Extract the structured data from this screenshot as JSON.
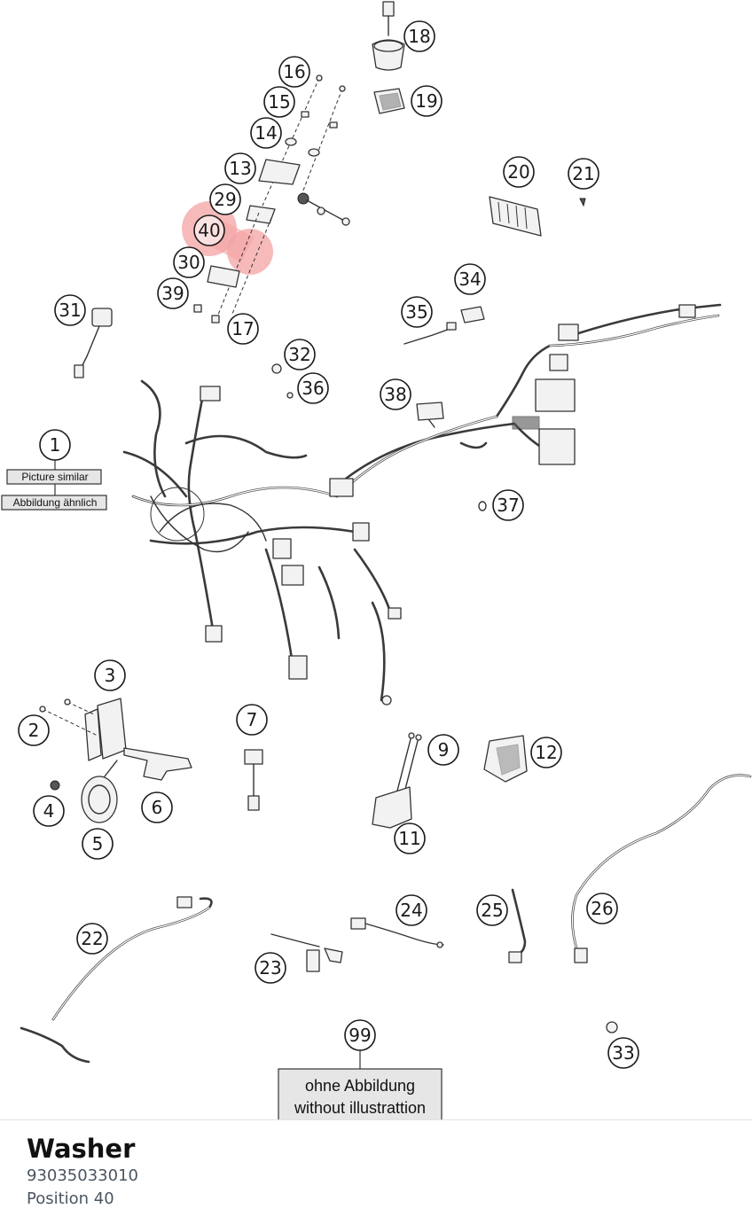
{
  "callouts": [
    "1",
    "2",
    "3",
    "4",
    "5",
    "6",
    "7",
    "9",
    "11",
    "12",
    "13",
    "14",
    "15",
    "16",
    "17",
    "18",
    "19",
    "20",
    "21",
    "22",
    "23",
    "24",
    "25",
    "26",
    "29",
    "30",
    "31",
    "32",
    "33",
    "34",
    "35",
    "36",
    "37",
    "38",
    "39",
    "40",
    "99"
  ],
  "notes": {
    "picture_similar": "Picture similar",
    "abbildung_aehnlich": "Abbildung ähnlich",
    "ohne_abbildung": "ohne Abbildung",
    "without_illustration": "without illustrattion"
  },
  "highlight": {
    "position": "40",
    "color": "#f28b8b"
  },
  "part": {
    "name": "Washer",
    "number": "93035033010",
    "position_text": "Position 40"
  }
}
